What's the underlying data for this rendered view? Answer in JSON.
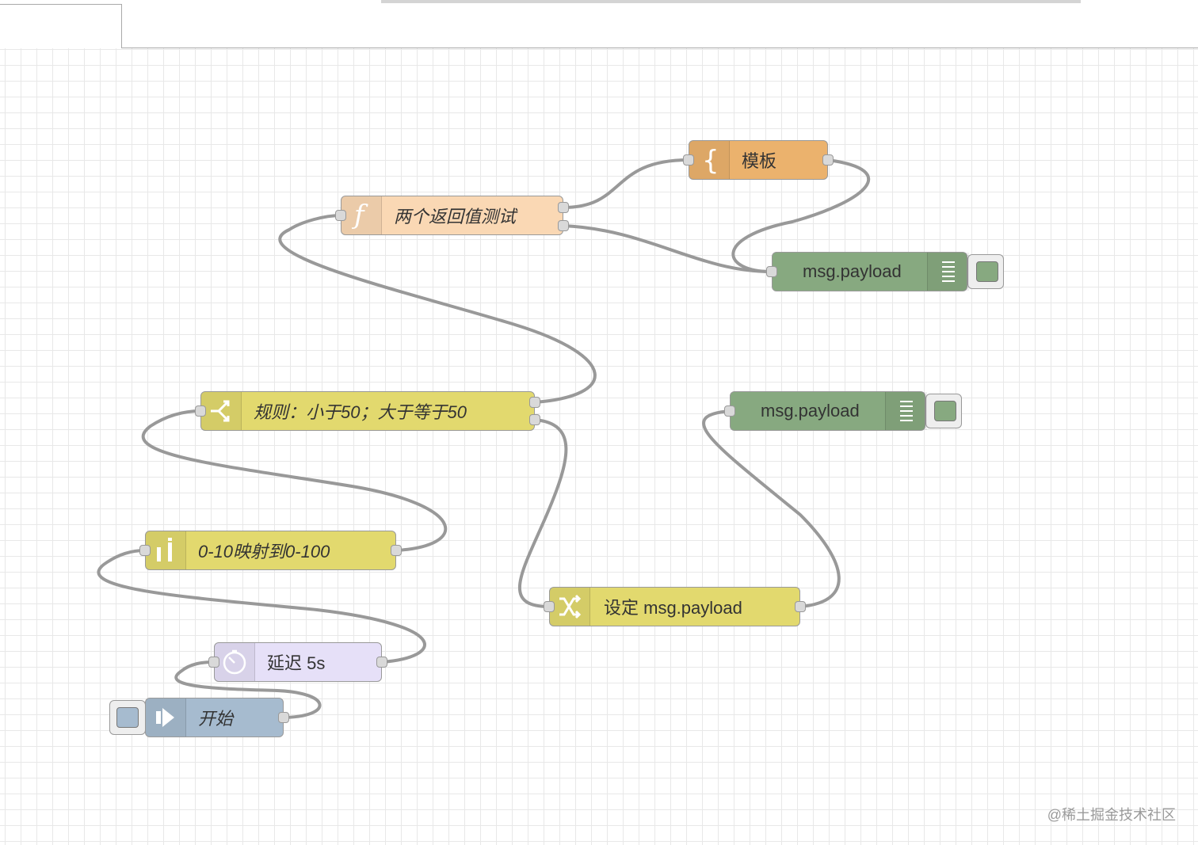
{
  "canvas": {
    "grid_color": "#e8e8e8",
    "wire_color": "#999999"
  },
  "nodes": [
    {
      "id": "template",
      "label": "模板",
      "type": "template",
      "color": "#ebb26d",
      "italic": false,
      "icon": "template-brace-icon"
    },
    {
      "id": "function",
      "label": "两个返回值测试",
      "type": "function",
      "color": "#fad8b4",
      "italic": true,
      "icon": "function-icon"
    },
    {
      "id": "debug1",
      "label": "msg.payload",
      "type": "debug",
      "color": "#87a980",
      "italic": false,
      "icon": "debug-list-icon"
    },
    {
      "id": "switch",
      "label": "规则：小于50；大于等于50",
      "type": "switch",
      "color": "#e2d96e",
      "italic": true,
      "icon": "switch-icon"
    },
    {
      "id": "debug2",
      "label": "msg.payload",
      "type": "debug",
      "color": "#87a980",
      "italic": false,
      "icon": "debug-list-icon"
    },
    {
      "id": "range",
      "label": "0-10映射到0-100",
      "type": "range",
      "color": "#e2d96e",
      "italic": true,
      "icon": "range-icon"
    },
    {
      "id": "change",
      "label": "设定 msg.payload",
      "type": "change",
      "color": "#e2d96e",
      "italic": false,
      "icon": "shuffle-icon"
    },
    {
      "id": "delay",
      "label": "延迟 5s",
      "type": "delay",
      "color": "#e6e0f8",
      "italic": false,
      "icon": "timer-icon"
    },
    {
      "id": "inject",
      "label": "开始",
      "type": "inject",
      "color": "#a6bbcf",
      "italic": true,
      "icon": "inject-arrow-icon"
    }
  ],
  "watermark": "@稀土掘金技术社区"
}
